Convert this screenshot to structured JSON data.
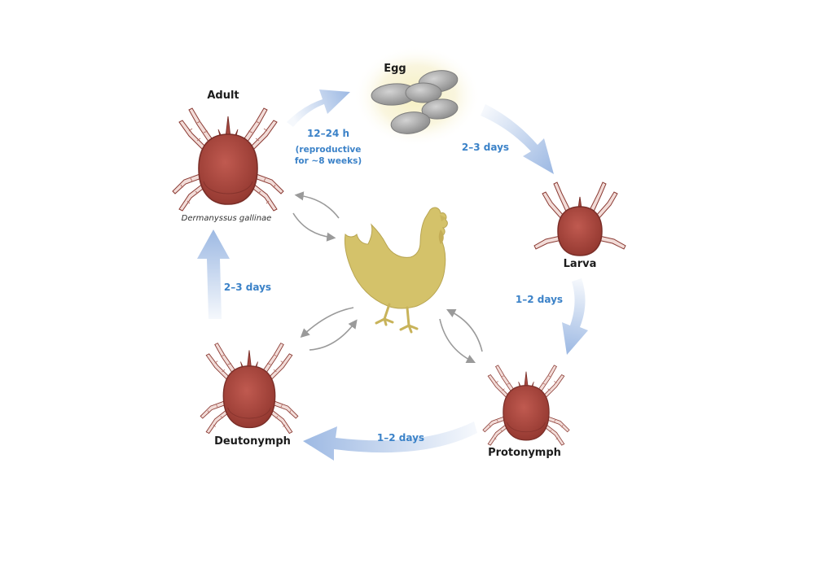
{
  "stages": {
    "egg": "Egg",
    "adult": "Adult",
    "species": "Dermanyssus gallinae",
    "larva": "Larva",
    "protonymph": "Protonymph",
    "deutonymph": "Deutonymph"
  },
  "durations": {
    "adult_to_egg_line1": "12–24 h",
    "adult_to_egg_line2": "(reproductive",
    "adult_to_egg_line3": "for ~8 weeks)",
    "egg_to_larva": "2–3 days",
    "larva_to_protonymph": "1–2 days",
    "protonymph_to_deutonymph": "1–2 days",
    "deutonymph_to_adult": "2–3 days"
  },
  "icons": {
    "host": "chicken-icon",
    "mite": "mite-icon",
    "egg": "egg-cluster-icon"
  },
  "colors": {
    "mite_body": "#a84a42",
    "mite_outline": "#7a2e28",
    "mite_leg": "#f2dcd8",
    "host": "#d4c26a",
    "cycle_arrow": "#9db9e3",
    "duration_text": "#3b82c8",
    "feeding_arrow": "#9a9a9a",
    "egg": "#a7a7a7",
    "egg_glow": "#f3eec6"
  }
}
